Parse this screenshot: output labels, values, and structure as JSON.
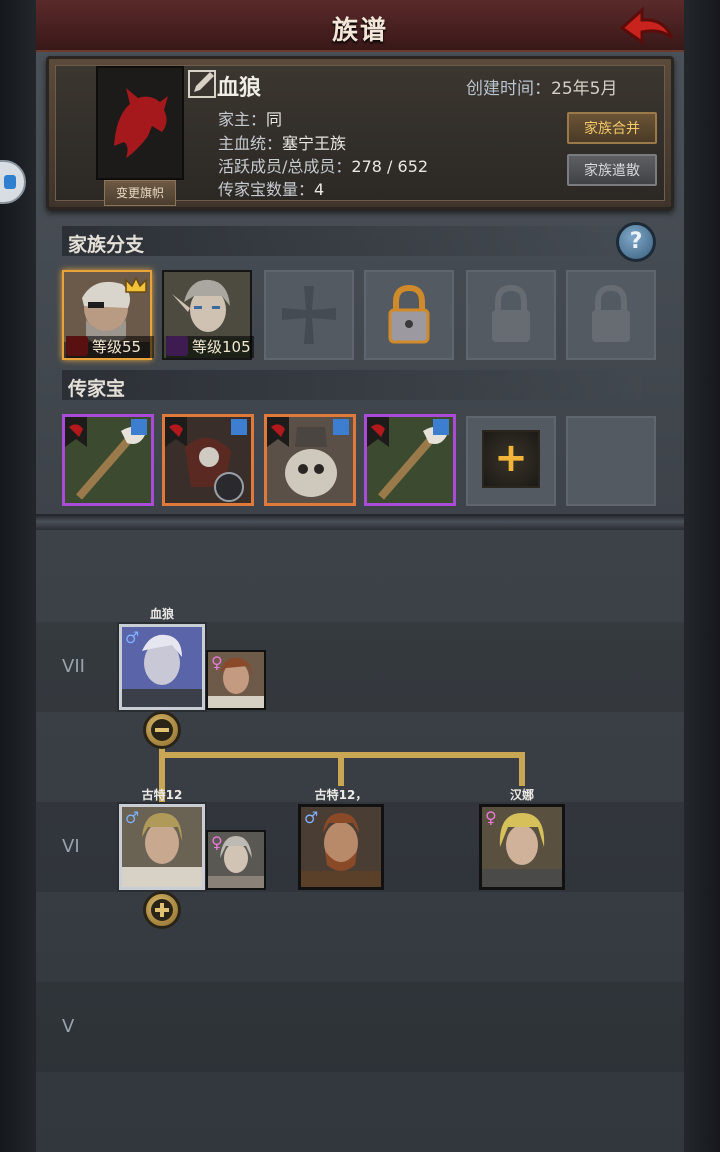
{
  "header": {
    "title": "族谱"
  },
  "family": {
    "name": "血狼",
    "created_label": "创建时间：",
    "created_value": "25年5月",
    "info": [
      {
        "label": "家主：",
        "value": "同"
      },
      {
        "label": "主血统：",
        "value": "塞宁王族"
      },
      {
        "label": "活跃成员/总成员：",
        "value": "278 / 652"
      },
      {
        "label": "传家宝数量：",
        "value": "4"
      }
    ],
    "change_banner": "变更旗帜",
    "merge_button": "家族合并",
    "disband_button": "家族遣散"
  },
  "branches": {
    "title": "家族分支",
    "help": "?",
    "members": [
      {
        "level": "等级55"
      },
      {
        "level": "等级105"
      }
    ]
  },
  "heirlooms": {
    "title": "传家宝",
    "add": "+"
  },
  "tree": {
    "generations": [
      {
        "numeral": "VII"
      },
      {
        "numeral": "VI"
      },
      {
        "numeral": "V"
      }
    ],
    "names": {
      "root": "血狼",
      "child1": "古特12",
      "child2": "古特12，",
      "child3": "汉娜"
    },
    "symbols": {
      "male": "♂",
      "female": "♀"
    }
  },
  "colors": {
    "accent_gold": "#c9a653",
    "merge_text": "#f3c86a",
    "male": "#7fb0ff",
    "female": "#e77bd7"
  }
}
